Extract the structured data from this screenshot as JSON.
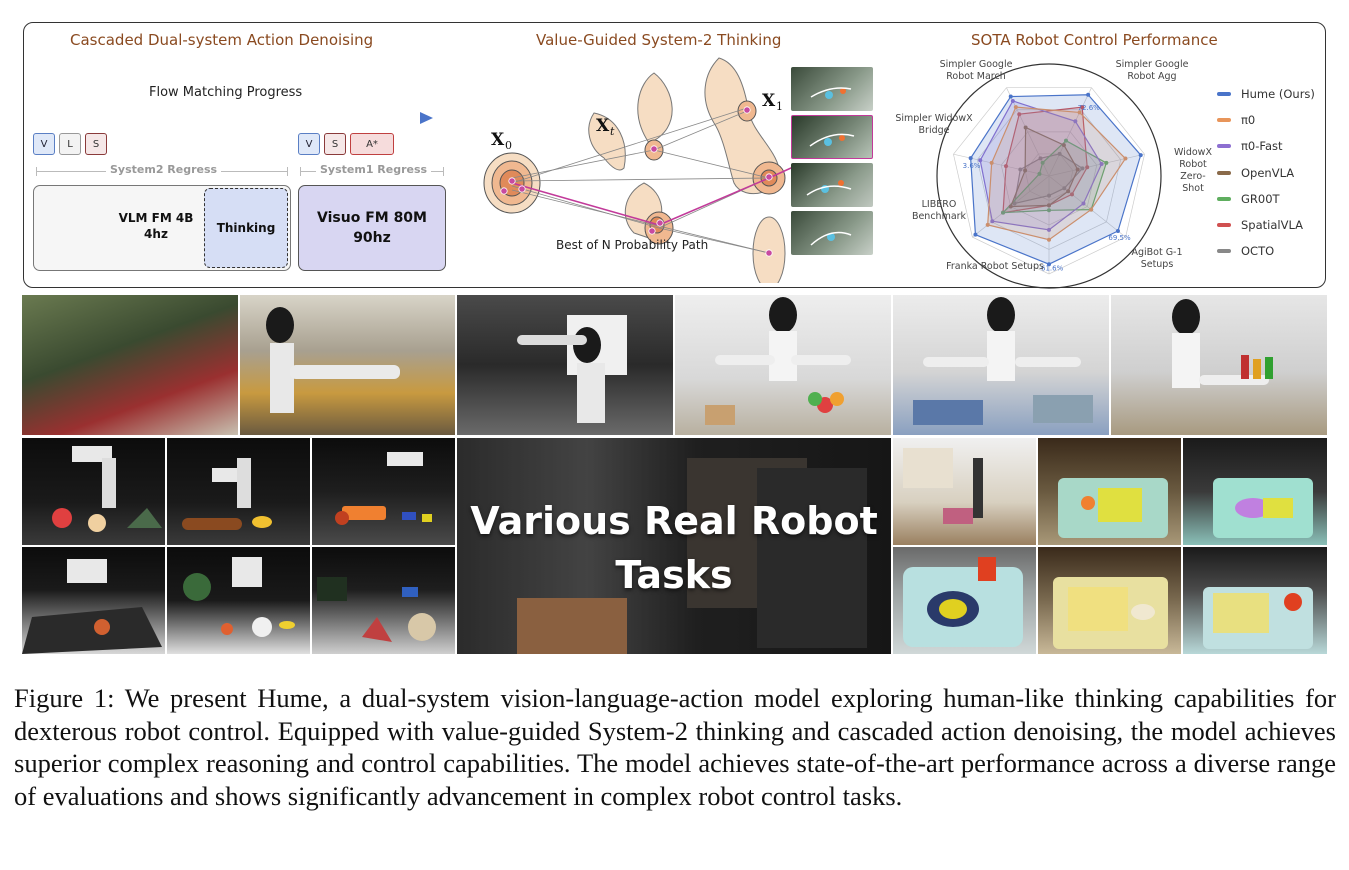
{
  "sections": {
    "left_title": "Cascaded Dual-system Action Denoising",
    "middle_title": "Value-Guided System-2 Thinking",
    "right_title": "SOTA Robot Control Performance"
  },
  "left": {
    "progress_label": "Flow Matching Progress",
    "tokens_sys2": [
      "V",
      "L",
      "S"
    ],
    "tokens_sys1": [
      "V",
      "S",
      "A*"
    ],
    "sys2_regress": "System2 Regress",
    "sys1_regress": "System1 Regress",
    "vlm_line1": "VLM FM 4B",
    "vlm_line2": "4hz",
    "thinking": "Thinking",
    "visuo_line1": "Visuo FM 80M",
    "visuo_line2": "90hz"
  },
  "middle": {
    "x0": "X",
    "x0_sub": "0",
    "xt": "X",
    "xt_sub": "t",
    "x1": "X",
    "x1_sub": "1",
    "caption": "Best of N Probability Path"
  },
  "radar": {
    "axes": [
      {
        "label": "Simpler Google Robot Agg"
      },
      {
        "label": "WidowX Robot Zero-Shot"
      },
      {
        "label": "AgiBot G-1 Setups"
      },
      {
        "label": "Franka Robot Setups"
      },
      {
        "label": "LIBERO Benchmark"
      },
      {
        "label": "Simpler WidowX Bridge"
      },
      {
        "label": "Simpler Google Robot March"
      }
    ],
    "value_labels": [
      "72.6%",
      "3.6%",
      "69.5%",
      "61.6%"
    ]
  },
  "chart_data": {
    "type": "radar",
    "title": "SOTA Robot Control Performance",
    "axes": [
      "Simpler Google Robot Agg",
      "WidowX Robot Zero-Shot",
      "AgiBot G-1 Setups",
      "Franka Robot Setups",
      "LIBERO Benchmark",
      "Simpler WidowX Bridge",
      "Simpler Google Robot March"
    ],
    "range": [
      0,
      1
    ],
    "series": [
      {
        "name": "Hume (Ours)",
        "color": "#4a74c9",
        "values": [
          0.92,
          0.96,
          0.9,
          0.9,
          0.96,
          0.82,
          0.9
        ]
      },
      {
        "name": "π0",
        "color": "#e8955a",
        "values": [
          0.72,
          0.8,
          0.55,
          0.65,
          0.8,
          0.6,
          0.78
        ]
      },
      {
        "name": "π0-Fast",
        "color": "#8d6fd1",
        "values": [
          0.62,
          0.55,
          0.45,
          0.55,
          0.74,
          0.72,
          0.85
        ]
      },
      {
        "name": "OpenVLA",
        "color": "#8a6a4a",
        "values": [
          0.35,
          0.3,
          0.25,
          0.3,
          0.5,
          0.25,
          0.55
        ]
      },
      {
        "name": "GR00T",
        "color": "#5fae5f",
        "values": [
          0.4,
          0.6,
          0.55,
          0.35,
          0.6,
          0.1,
          0.15
        ]
      },
      {
        "name": "SpatialVLA",
        "color": "#d05050",
        "values": [
          0.78,
          0.4,
          0.3,
          0.3,
          0.6,
          0.45,
          0.7
        ]
      },
      {
        "name": "OCTO",
        "color": "#888888",
        "values": [
          0.25,
          0.35,
          0.2,
          0.2,
          0.45,
          0.3,
          0.2
        ]
      }
    ]
  },
  "legend": [
    "Hume (Ours)",
    "π0",
    "π0-Fast",
    "OpenVLA",
    "GR00T",
    "SpatialVLA",
    "OCTO"
  ],
  "overlay": {
    "line1": "Various Real Robot",
    "line2": "Tasks"
  },
  "caption": "Figure 1: We present Hume, a dual-system vision-language-action model exploring human-like thinking capabilities for dexterous robot control. Equipped with value-guided System-2 thinking and cascaded action denoising, the model achieves superior complex reasoning and control capabilities. The model achieves state-of-the-art performance across a diverse range of evaluations and shows significantly advancement in complex robot control tasks."
}
